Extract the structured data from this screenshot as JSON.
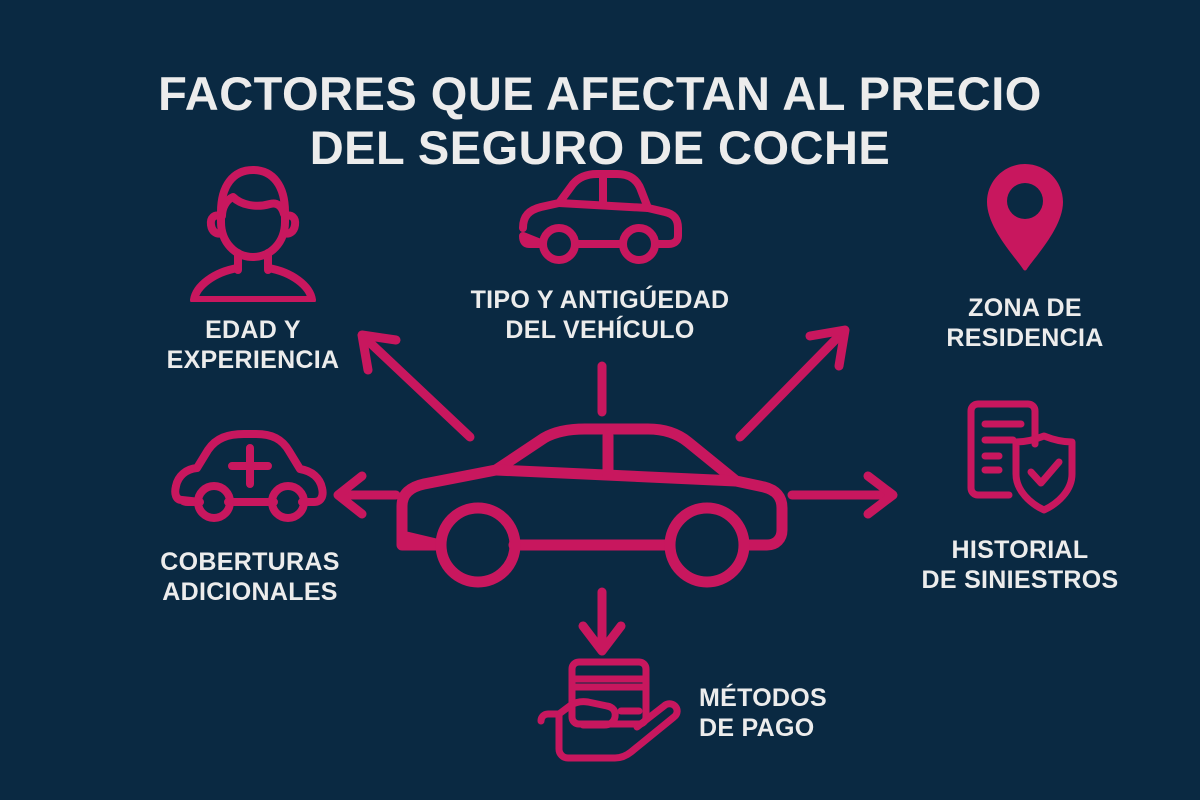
{
  "theme": {
    "background_color": "#0a2942",
    "accent_color": "#c8175e",
    "text_color": "#ececec"
  },
  "title": {
    "line1": "FACTORES QUE AFECTAN AL PRECIO",
    "line2": "DEL SEGURO DE COCHE",
    "full": "FACTORES QUE AFECTAN AL PRECIO DEL SEGURO DE COCHE"
  },
  "center": {
    "icon": "car-side-icon",
    "label": ""
  },
  "nodes": {
    "edad": {
      "icon": "person-avatar-icon",
      "label_line1": "EDAD Y",
      "label_line2": "EXPERIENCIA",
      "label_full": "EDAD Y EXPERIENCIA"
    },
    "tipo": {
      "icon": "classic-car-icon",
      "label_line1": "TIPO Y ANTIGÚEDAD",
      "label_line2": "DEL VEHÍCULO",
      "label_full": "TIPO Y ANTIGÚEDAD DEL VEHÍCULO"
    },
    "zona": {
      "icon": "map-pin-icon",
      "label_line1": "ZONA DE",
      "label_line2": "RESIDENCIA",
      "label_full": "ZONA DE RESIDENCIA"
    },
    "coberturas": {
      "icon": "car-plus-icon",
      "label_line1": "COBERTURAS",
      "label_line2": "ADICIONALES",
      "label_full": "COBERTURAS ADICIONALES"
    },
    "historial": {
      "icon": "document-shield-check-icon",
      "label_line1": "HISTORIAL",
      "label_line2": "DE SINIESTROS",
      "label_full": "HISTORIAL DE SINIESTROS"
    },
    "metodos": {
      "icon": "hand-holding-credit-card-icon",
      "label_line1": "MÉTODOS",
      "label_line2": "DE PAGO",
      "label_full": "MÉTODOS DE PAGO"
    }
  },
  "connectors": [
    {
      "name": "connector-center-to-tipo",
      "direction": "up",
      "arrowhead": false
    },
    {
      "name": "connector-center-to-edad",
      "direction": "up-left",
      "arrowhead": true
    },
    {
      "name": "connector-center-to-zona",
      "direction": "up-right",
      "arrowhead": true
    },
    {
      "name": "connector-center-to-coberturas",
      "direction": "left",
      "arrowhead": true
    },
    {
      "name": "connector-center-to-historial",
      "direction": "right",
      "arrowhead": true
    },
    {
      "name": "connector-center-to-metodos",
      "direction": "down",
      "arrowhead": true
    }
  ]
}
